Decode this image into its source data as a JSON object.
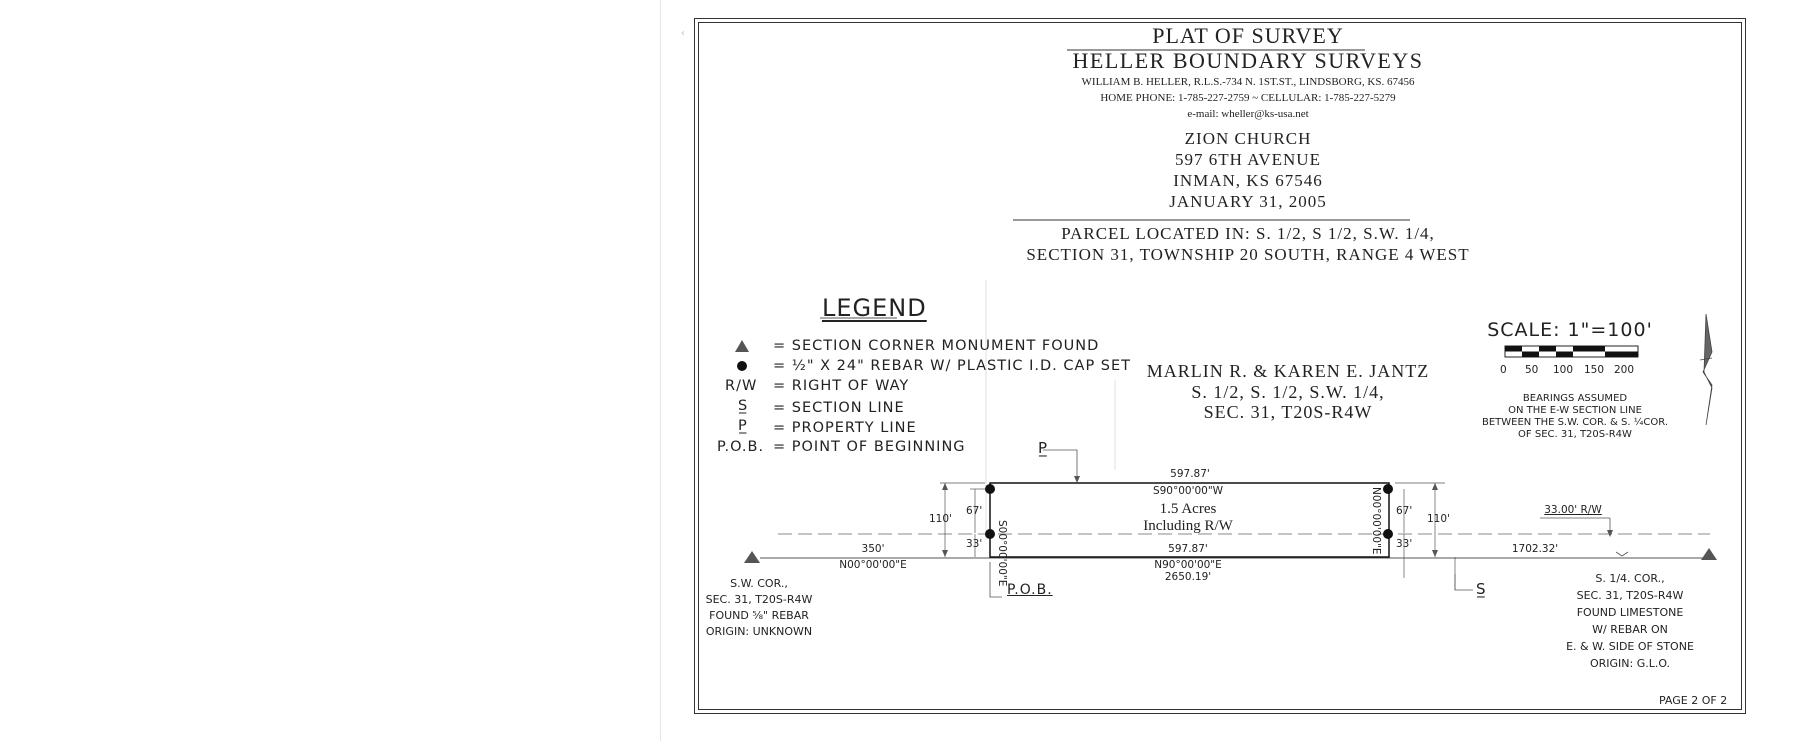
{
  "header": {
    "title": "PLAT OF SURVEY",
    "firm": "HELLER BOUNDARY SURVEYS",
    "address": "WILLIAM B. HELLER, R.L.S.-734 N. 1ST.ST., LINDSBORG, KS. 67456",
    "phones": "HOME PHONE: 1-785-227-2759 ~ CELLULAR: 1-785-227-5279",
    "email": "e-mail: wheller@ks-usa.net"
  },
  "client": {
    "name": "ZION CHURCH",
    "street": "597 6TH AVENUE",
    "city": "INMAN, KS 67546",
    "date": "JANUARY 31, 2005"
  },
  "parcel": {
    "line1": "PARCEL LOCATED IN: S. 1/2, S 1/2, S.W. 1/4,",
    "line2": "SECTION 31, TOWNSHIP 20 SOUTH, RANGE 4 WEST"
  },
  "legend": {
    "title": "LEGEND",
    "items": [
      {
        "symbol": "▲",
        "icon": "triangle-icon",
        "text": "= SECTION CORNER MONUMENT FOUND"
      },
      {
        "symbol": "●",
        "icon": "dot-icon",
        "text": "= ½\" X 24\" REBAR W/ PLASTIC I.D. CAP SET"
      },
      {
        "symbol": "R/W",
        "icon": "",
        "text": "= RIGHT OF WAY"
      },
      {
        "symbol": "S̲",
        "icon": "section-line-icon",
        "text": "= SECTION LINE"
      },
      {
        "symbol": "P̲",
        "icon": "property-line-icon",
        "text": "= PROPERTY LINE"
      },
      {
        "symbol": "P.O.B.",
        "icon": "",
        "text": "= POINT OF BEGINNING"
      }
    ]
  },
  "owner": {
    "name": "MARLIN R. & KAREN E. JANTZ",
    "desc1": "S. 1/2, S. 1/2, S.W. 1/4,",
    "desc2": "SEC. 31, T20S-R4W"
  },
  "scale": {
    "label": "SCALE: 1\"=100'",
    "ticks": [
      "0",
      "50",
      "100",
      "150",
      "200"
    ]
  },
  "bearings_note": [
    "BEARINGS ASSUMED",
    "ON THE E-W SECTION LINE",
    "BETWEEN THE S.W. COR. & S. ¼COR.",
    "OF SEC. 31, T20S-R4W"
  ],
  "parcel_labels": {
    "top_dist": "597.87'",
    "top_bearing": "S90°00'00\"W",
    "bottom_dist": "597.87'",
    "bottom_bearing": "N90°00'00\"E",
    "section_dist": "2650.19'",
    "left_bearing": "S00°00'00\"E",
    "right_bearing": "N00°00'00\"E",
    "area_line1": "1.5 Acres",
    "area_line2": "Including R/W",
    "dim_110_left": "110'",
    "dim_67_left": "67'",
    "dim_33_left": "33'",
    "dim_110_right": "110'",
    "dim_67_right": "67'",
    "dim_33_right": "33'",
    "west_dist": "350'",
    "west_bearing": "N00°00'00\"E",
    "east_dist": "1702.32'",
    "row_width": "33.00' R/W",
    "pl_label": "P̲",
    "sl_label": "S̲",
    "pob_label": "P.O.B."
  },
  "sw_corner": [
    "S.W. COR.,",
    "SEC. 31, T20S-R4W",
    "FOUND ⅝\" REBAR",
    "ORIGIN: UNKNOWN"
  ],
  "s_quarter_corner": [
    "S. 1/4. COR.,",
    "SEC. 31, T20S-R4W",
    "FOUND LIMESTONE",
    "W/ REBAR ON",
    "E. & W. SIDE OF STONE",
    "ORIGIN: G.L.O."
  ],
  "page": "PAGE 2 OF 2"
}
